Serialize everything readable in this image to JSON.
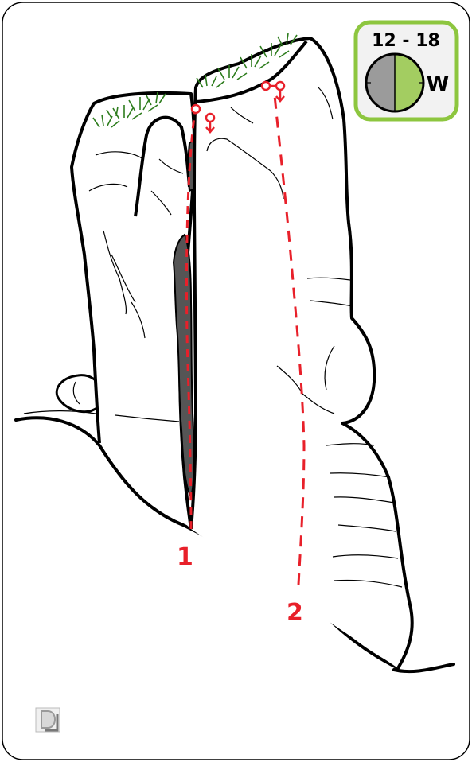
{
  "topo": {
    "routes": [
      {
        "number": "1"
      },
      {
        "number": "2"
      }
    ],
    "badge": {
      "hours": "12 - 18",
      "aspect": "W",
      "colors": {
        "border": "#8dc63f",
        "fill": "#f2f2f2",
        "shade": "#9b9b9b",
        "sun": "#a3cd61"
      }
    },
    "colors": {
      "route": "#e8202a",
      "crack_fill": "#555555",
      "grass": "#2e7d1e"
    },
    "logo_text": "D"
  }
}
